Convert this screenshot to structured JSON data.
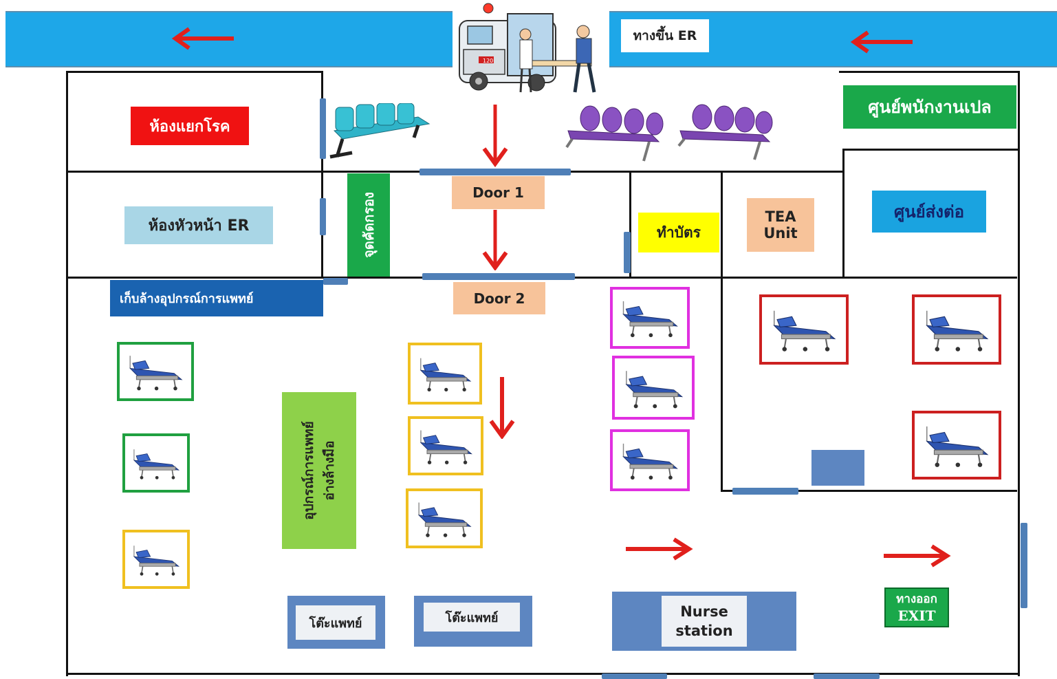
{
  "road": {
    "entrance_label": "ทางขึ้น ER"
  },
  "rooms": {
    "isolation": "ห้องแยกโรค",
    "head_er": "ห้องหัวหน้า ER",
    "screening": "จุดคัดกรอง",
    "door1": "Door 1",
    "door2": "Door 2",
    "registration": "ทำบัตร",
    "tea_unit_line1": "TEA",
    "tea_unit_line2": "Unit",
    "porter_center": "ศูนย์พนักงานเปล",
    "referral_center": "ศูนย์ส่งต่อ",
    "equipment_wash": "เก็บล้างอุปกรณ์การแพทย์",
    "equipment_handwash_line1": "อุปกรณ์การแพทย์",
    "equipment_handwash_line2": "อ่างล้างมือ",
    "doctor_desk_1": "โต๊ะแพทย์",
    "doctor_desk_2": "โต๊ะแพทย์",
    "nurse_station_line1": "Nurse",
    "nurse_station_line2": "station",
    "exit_line1": "ทางออก",
    "exit_line2": "EXIT"
  },
  "colors": {
    "road": "#1ea7e8",
    "arrow": "#e0201c",
    "isolation": "#f01212",
    "head_er": "#a9d6e6",
    "screening": "#1aa84a",
    "door": "#f7c39a",
    "registration": "#ffff00",
    "tea_unit": "#f7c39a",
    "porter_center": "#1aa84a",
    "referral_center": "#1aa3e0",
    "equipment_wash": "#1a63b0",
    "handwash": "#8ed14a",
    "exit": "#1aa84a",
    "bed_green": "#20a040",
    "bed_yellow": "#f0c020",
    "bed_magenta": "#e030e0",
    "bed_red": "#cc2020"
  },
  "icons": {
    "ambulance": "ambulance-icon",
    "bench_teal": "bench-icon",
    "bench_purple": "bench-icon",
    "stretcher": "stretcher-bed-icon"
  }
}
